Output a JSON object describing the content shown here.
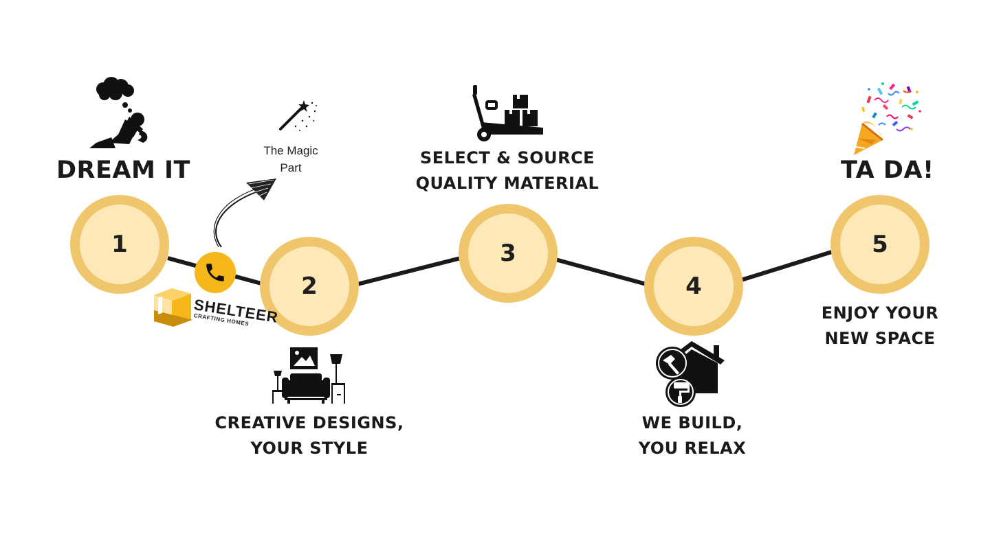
{
  "steps": [
    {
      "number": "1"
    },
    {
      "number": "2"
    },
    {
      "number": "3"
    },
    {
      "number": "4"
    },
    {
      "number": "5"
    }
  ],
  "titles": {
    "step1": "DREAM IT",
    "step5": "TA DA!"
  },
  "captions": {
    "step2": [
      "CREATIVE DESIGNS,",
      "YOUR STYLE"
    ],
    "step3": [
      "SELECT & SOURCE",
      "QUALITY MATERIAL"
    ],
    "step4": [
      "WE BUILD,",
      "YOU RELAX"
    ],
    "step5": [
      "ENJOY YOUR",
      "NEW SPACE"
    ]
  },
  "annotation": {
    "line1": "The Magic",
    "line2": "Part"
  },
  "logo": {
    "name": "SHELTEER",
    "tagline": "CRAFTING HOMES"
  },
  "icons": {
    "step1": "daydreaming-person-icon",
    "step2": "living-room-furniture-icon",
    "step3": "hand-truck-boxes-icon",
    "step4": "house-tools-icon",
    "step5": "party-popper-icon",
    "magic": "magic-wand-icon",
    "call": "phone-icon"
  },
  "colors": {
    "circle_fill": "#fde9b8",
    "circle_ring": "#f0c66c",
    "accent": "#f5b719",
    "line": "#1a1a1a"
  }
}
